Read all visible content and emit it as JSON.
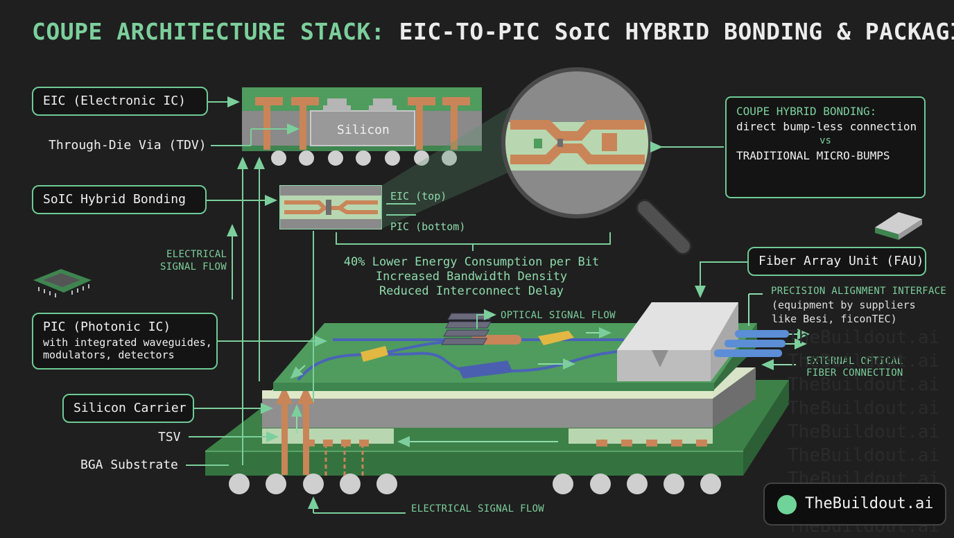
{
  "title": {
    "highlight": "COUPE ARCHITECTURE STACK:",
    "rest": "EIC-TO-PIC SoIC HYBRID BONDING & PACKAGING"
  },
  "labels": {
    "eic": "EIC (Electronic IC)",
    "tdv": "Through-Die Via (TDV)",
    "soic": "SoIC Hybrid Bonding",
    "pic_title": "PIC (Photonic IC)",
    "pic_desc1": "with integrated waveguides,",
    "pic_desc2": "modulators, detectors",
    "silicon_carrier": "Silicon Carrier",
    "tsv": "TSV",
    "bga": "BGA Substrate",
    "silicon": "Silicon",
    "eic_top": "EIC (top)",
    "pic_bottom": "PIC (bottom)",
    "electrical_flow_left_1": "ELECTRICAL",
    "electrical_flow_left_2": "SIGNAL FLOW",
    "electrical_flow_bottom": "ELECTRICAL SIGNAL FLOW",
    "optical_flow": "OPTICAL SIGNAL FLOW",
    "fau": "Fiber Array Unit (FAU)",
    "precision_1": "PRECISION ALIGNMENT INTERFACE",
    "precision_2": "(equipment by suppliers",
    "precision_3": "like Besi, ficonTEC)",
    "external_1": "EXTERNAL OPTICAL",
    "external_2": "FIBER CONNECTION"
  },
  "benefits": [
    "40% Lower Energy Consumption per Bit",
    "Increased Bandwidth Density",
    "Reduced Interconnect Delay"
  ],
  "bonding": {
    "line1": "COUPE HYBRID BONDING:",
    "line2": "direct bump-less connection",
    "line3": "vs",
    "line4": "TRADITIONAL MICRO-BUMPS"
  },
  "watermark": "TheBuildout.ai",
  "brand": "TheBuildout.ai",
  "colors": {
    "accent": "#6fca96",
    "copper": "#c98558",
    "die_gray": "#8a8a8a",
    "pcb_green": "#3f8a4c",
    "waveguide": "#4a63b8"
  },
  "icons": [
    "chip-icon",
    "chip-icon",
    "usb-connector-icon",
    "magnifier-icon",
    "x-mark-icon"
  ]
}
